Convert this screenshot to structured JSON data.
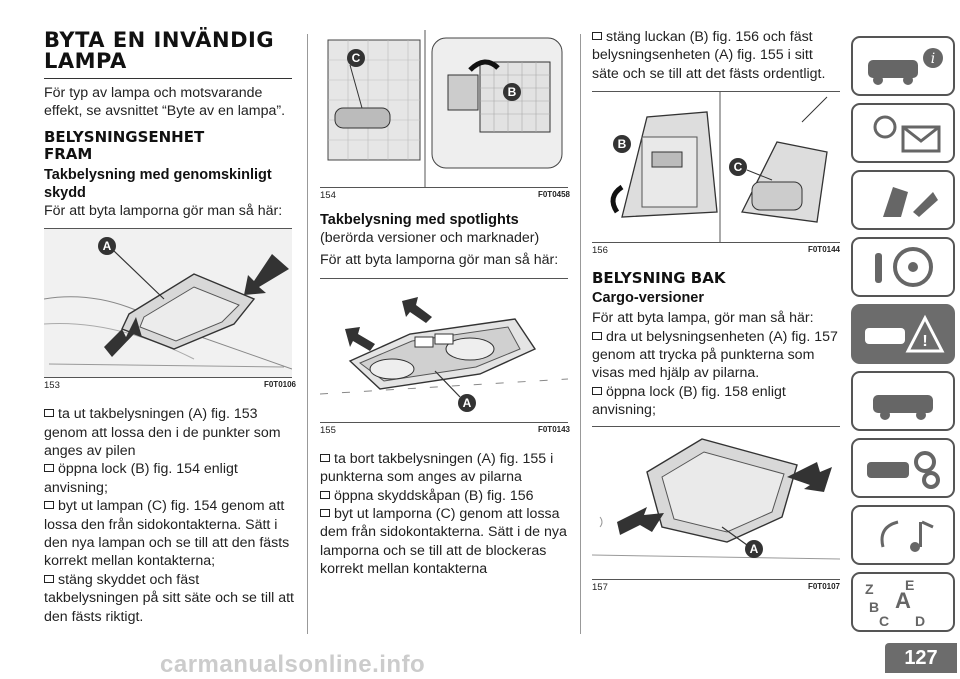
{
  "col1": {
    "title": "BYTA EN INVÄNDIG LAMPA",
    "intro": "För typ av lampa och motsvarande effekt, se avsnittet “Byte av en lampa”.",
    "section": "BELYSNINGSENHET FRAM",
    "subsection": "Takbelysning med genomskinligt skydd",
    "lead": "För att byta lamporna gör man så här:",
    "fig_number": "153",
    "fig_code": "F0T0106",
    "fig_label_a": "A",
    "steps": [
      "ta ut takbelysningen (A) fig. 153 genom att lossa den i de punkter som anges av pilen",
      "öppna lock (B) fig. 154 enligt anvisning;",
      "byt ut lampan (C) fig. 154 genom att lossa den från sidokontakterna. Sätt i den nya lampan och se till att den fästs korrekt mellan kontakterna;",
      "stäng skyddet och fäst takbelysningen på sitt säte och se till att den fästs riktigt."
    ]
  },
  "col2": {
    "fig1_number": "154",
    "fig1_code": "F0T0458",
    "fig1_label_b": "B",
    "fig1_label_c": "C",
    "subsection": "Takbelysning med spotlights",
    "note": "(berörda versioner och marknader)",
    "lead": "För att byta lamporna gör man så här:",
    "fig2_number": "155",
    "fig2_code": "F0T0143",
    "fig2_label_a": "A",
    "steps": [
      "ta bort takbelysningen (A) fig. 155 i punkterna som anges av pilarna",
      "öppna skyddskåpan (B) fig. 156",
      "byt ut lamporna (C) genom att lossa dem från sidokontakterna. Sätt i de nya lamporna och se till att de blockeras korrekt mellan kontakterna"
    ]
  },
  "col3": {
    "step_cont": "stäng luckan (B) fig. 156 och fäst belysningsenheten (A) fig. 155 i sitt säte och se till att det fästs ordentligt.",
    "fig1_number": "156",
    "fig1_code": "F0T0144",
    "fig1_label_b": "B",
    "fig1_label_c": "C",
    "section": "BELYSNING BAK",
    "subsection": "Cargo-versioner",
    "lead": "För att byta lampa, gör man så här:",
    "steps": [
      "dra ut belysningsenheten (A) fig. 157 genom att trycka på punkterna som visas med hjälp av pilarna.",
      "öppna lock (B) fig. 158 enligt anvisning;"
    ],
    "fig2_number": "157",
    "fig2_code": "F0T0107",
    "fig2_label_a": "A"
  },
  "page_number": "127",
  "watermark": "carmanualsonline.info"
}
